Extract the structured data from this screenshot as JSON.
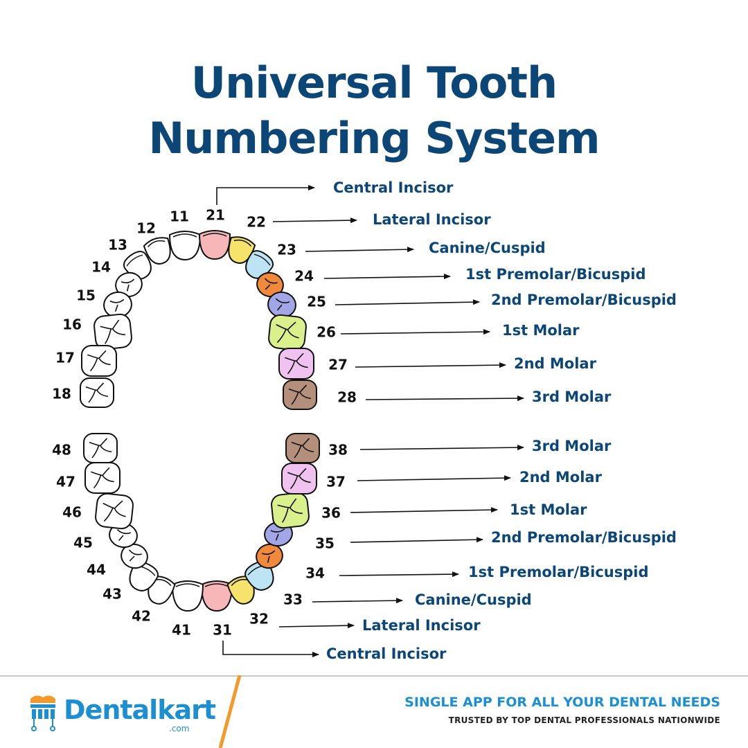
{
  "title": {
    "line1": "Universal Tooth",
    "line2": "Numbering System"
  },
  "teeth": [
    {
      "num": "11",
      "type": "incisor",
      "color": "#ffffff"
    },
    {
      "num": "12",
      "type": "incisor",
      "color": "#ffffff"
    },
    {
      "num": "13",
      "type": "canine",
      "color": "#ffffff"
    },
    {
      "num": "14",
      "type": "premolar",
      "color": "#ffffff"
    },
    {
      "num": "15",
      "type": "premolar",
      "color": "#ffffff"
    },
    {
      "num": "16",
      "type": "molar",
      "color": "#ffffff"
    },
    {
      "num": "17",
      "type": "molar",
      "color": "#ffffff"
    },
    {
      "num": "18",
      "type": "molar",
      "color": "#ffffff"
    },
    {
      "num": "21",
      "type": "incisor",
      "color": "#f7b7b9"
    },
    {
      "num": "22",
      "type": "incisor",
      "color": "#f6e36c"
    },
    {
      "num": "23",
      "type": "canine",
      "color": "#bde4f4"
    },
    {
      "num": "24",
      "type": "premolar",
      "color": "#f1893c"
    },
    {
      "num": "25",
      "type": "premolar",
      "color": "#a3a6e6"
    },
    {
      "num": "26",
      "type": "molar",
      "color": "#d9f08c"
    },
    {
      "num": "27",
      "type": "molar",
      "color": "#f0c2f0"
    },
    {
      "num": "28",
      "type": "molar",
      "color": "#b38f7c"
    },
    {
      "num": "31",
      "type": "incisor",
      "color": "#f7b7b9"
    },
    {
      "num": "32",
      "type": "incisor",
      "color": "#f6e36c"
    },
    {
      "num": "33",
      "type": "canine",
      "color": "#bde4f4"
    },
    {
      "num": "34",
      "type": "premolar",
      "color": "#f1893c"
    },
    {
      "num": "35",
      "type": "premolar",
      "color": "#a3a6e6"
    },
    {
      "num": "36",
      "type": "molar",
      "color": "#d9f08c"
    },
    {
      "num": "37",
      "type": "molar",
      "color": "#f0c2f0"
    },
    {
      "num": "38",
      "type": "molar",
      "color": "#b38f7c"
    },
    {
      "num": "41",
      "type": "incisor",
      "color": "#ffffff"
    },
    {
      "num": "42",
      "type": "incisor",
      "color": "#ffffff"
    },
    {
      "num": "43",
      "type": "canine",
      "color": "#ffffff"
    },
    {
      "num": "44",
      "type": "premolar",
      "color": "#ffffff"
    },
    {
      "num": "45",
      "type": "premolar",
      "color": "#ffffff"
    },
    {
      "num": "46",
      "type": "molar",
      "color": "#ffffff"
    },
    {
      "num": "47",
      "type": "molar",
      "color": "#ffffff"
    },
    {
      "num": "48",
      "type": "molar",
      "color": "#ffffff"
    }
  ],
  "labels": [
    {
      "tooth": "21",
      "text": "Central Incisor"
    },
    {
      "tooth": "22",
      "text": "Lateral Incisor"
    },
    {
      "tooth": "23",
      "text": "Canine/Cuspid"
    },
    {
      "tooth": "24",
      "text": "1st Premolar/Bicuspid"
    },
    {
      "tooth": "25",
      "text": "2nd Premolar/Bicuspid"
    },
    {
      "tooth": "26",
      "text": "1st  Molar"
    },
    {
      "tooth": "27",
      "text": "2nd  Molar"
    },
    {
      "tooth": "28",
      "text": "3rd  Molar"
    },
    {
      "tooth": "38",
      "text": "3rd  Molar"
    },
    {
      "tooth": "37",
      "text": "2nd  Molar"
    },
    {
      "tooth": "36",
      "text": "1st  Molar"
    },
    {
      "tooth": "35",
      "text": "2nd Premolar/Bicuspid"
    },
    {
      "tooth": "34",
      "text": "1st Premolar/Bicuspid"
    },
    {
      "tooth": "33",
      "text": "Canine/Cuspid"
    },
    {
      "tooth": "32",
      "text": "Lateral Incisor"
    },
    {
      "tooth": "31",
      "text": "Central Incisor"
    }
  ],
  "colors": {
    "title": "#0c4677",
    "label": "#0c4677",
    "brand": "#1b8fd1",
    "accent": "#f39a2b",
    "number": "#111111"
  },
  "footer": {
    "brand": "Dentalkart",
    "brand_suffix": ".com",
    "tagline": "SINGLE APP FOR ALL YOUR DENTAL NEEDS",
    "subtag": "TRUSTED BY TOP DENTAL PROFESSIONALS NATIONWIDE"
  }
}
